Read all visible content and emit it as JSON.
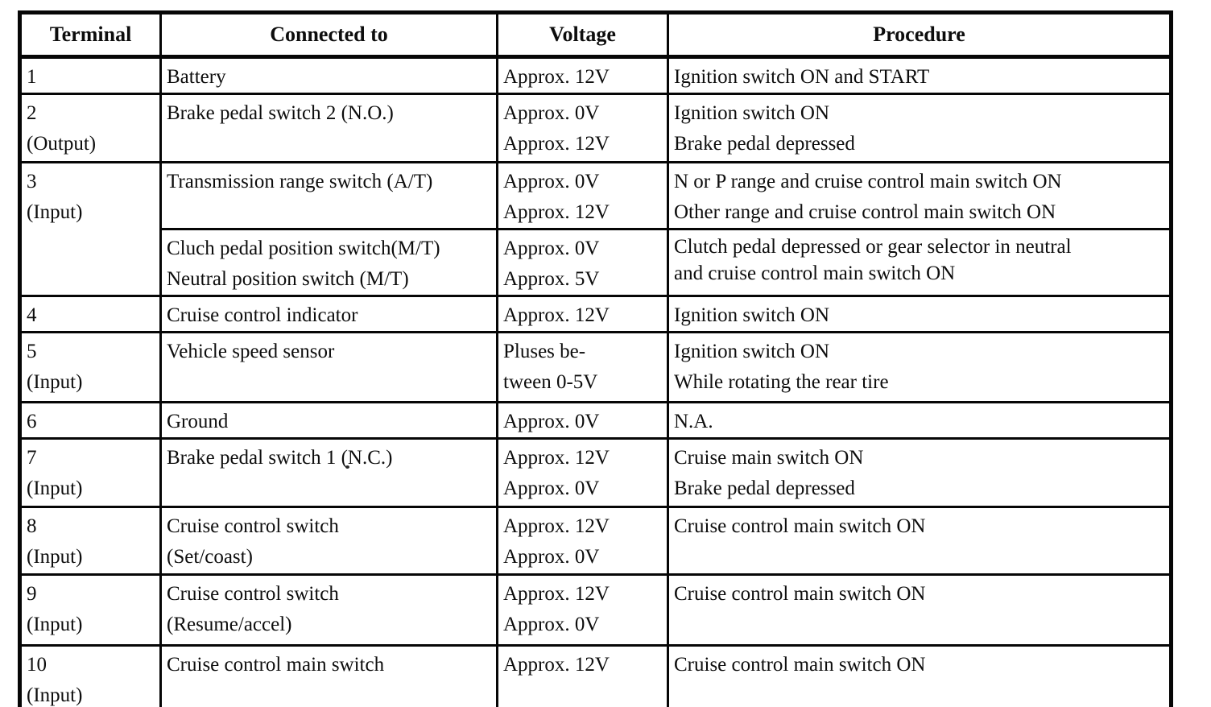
{
  "table": {
    "headers": [
      "Terminal",
      "Connected to",
      "Voltage",
      "Procedure"
    ],
    "rows": [
      {
        "terminal": [
          "1"
        ],
        "connected": [
          "Battery"
        ],
        "voltage": [
          "Approx. 12V"
        ],
        "procedure": [
          "Ignition switch ON and START"
        ]
      },
      {
        "terminal": [
          "2",
          "(Output)"
        ],
        "connected": [
          "Brake pedal switch 2 (N.O.)"
        ],
        "voltage": [
          "Approx. 0V",
          "Approx. 12V"
        ],
        "procedure": [
          "Ignition switch ON",
          "Brake pedal depressed"
        ]
      },
      {
        "terminal": [
          "3",
          "(Input)"
        ],
        "connected": [
          "Transmission range switch (A/T)"
        ],
        "voltage": [
          "Approx. 0V",
          "Approx. 12V"
        ],
        "procedure": [
          "N or P range and cruise control main switch ON",
          "Other range and cruise control main switch ON"
        ]
      },
      {
        "connected": [
          "Cluch pedal position switch(M/T)",
          "Neutral position switch (M/T)"
        ],
        "voltage": [
          "Approx. 0V",
          "Approx. 5V"
        ],
        "procedure": [
          "Clutch pedal depressed or gear selector in neutral",
          "and cruise control main switch ON"
        ]
      },
      {
        "terminal": [
          "4"
        ],
        "connected": [
          "Cruise control indicator"
        ],
        "voltage": [
          "Approx. 12V"
        ],
        "procedure": [
          "Ignition switch ON"
        ]
      },
      {
        "terminal": [
          "5",
          "(Input)"
        ],
        "connected": [
          "Vehicle speed sensor"
        ],
        "voltage": [
          "Pluses be-",
          "tween 0-5V"
        ],
        "procedure": [
          "Ignition switch ON",
          "While rotating the rear tire"
        ]
      },
      {
        "terminal": [
          "6"
        ],
        "connected": [
          "Ground"
        ],
        "voltage": [
          "Approx. 0V"
        ],
        "procedure": [
          "N.A."
        ]
      },
      {
        "terminal": [
          "7",
          "(Input)"
        ],
        "connected": [
          "Brake pedal switch 1 (N.C.)"
        ],
        "voltage": [
          "Approx. 12V",
          "Approx. 0V"
        ],
        "procedure": [
          "Cruise main switch ON",
          "Brake pedal depressed"
        ]
      },
      {
        "terminal": [
          "8",
          "(Input)"
        ],
        "connected": [
          "Cruise control switch",
          "(Set/coast)"
        ],
        "voltage": [
          "Approx. 12V",
          "Approx. 0V"
        ],
        "procedure": [
          "Cruise control main switch ON"
        ]
      },
      {
        "terminal": [
          "9",
          "(Input)"
        ],
        "connected": [
          "Cruise control switch",
          "(Resume/accel)"
        ],
        "voltage": [
          "Approx. 12V",
          "Approx. 0V"
        ],
        "procedure": [
          "Cruise control main switch ON"
        ]
      },
      {
        "terminal": [
          "10",
          "(Input)"
        ],
        "connected": [
          "Cruise control main switch"
        ],
        "voltage": [
          "Approx. 12V"
        ],
        "procedure": [
          "Cruise control main switch ON"
        ]
      }
    ]
  }
}
